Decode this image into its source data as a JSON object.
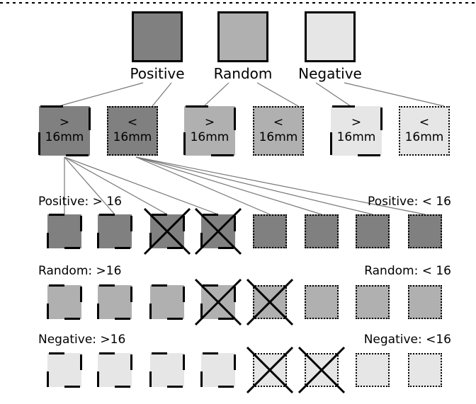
{
  "colors": {
    "positive": "#808080",
    "random": "#b0b0b0",
    "negative": "#e6e6e6",
    "line": "#777777",
    "stroke": "#000000"
  },
  "categories": [
    {
      "key": "positive",
      "label": "Positive"
    },
    {
      "key": "random",
      "label": "Random"
    },
    {
      "key": "negative",
      "label": "Negative"
    }
  ],
  "subgroups": [
    {
      "category": "positive",
      "symbol": ">",
      "size": "16mm",
      "style": "bars"
    },
    {
      "category": "positive",
      "symbol": "<",
      "size": "16mm",
      "style": "dotted"
    },
    {
      "category": "random",
      "symbol": ">",
      "size": "16mm",
      "style": "bars"
    },
    {
      "category": "random",
      "symbol": "<",
      "size": "16mm",
      "style": "dotted"
    },
    {
      "category": "negative",
      "symbol": ">",
      "size": "16mm",
      "style": "bars"
    },
    {
      "category": "negative",
      "symbol": "<",
      "size": "16mm",
      "style": "dotted"
    }
  ],
  "rows": [
    {
      "category": "positive",
      "left_label": "Positive: > 16",
      "right_label": "Positive: < 16",
      "items": [
        {
          "style": "bars",
          "crossed": false
        },
        {
          "style": "bars",
          "crossed": false
        },
        {
          "style": "bars",
          "crossed": true
        },
        {
          "style": "bars",
          "crossed": true
        },
        {
          "style": "dotted",
          "crossed": false
        },
        {
          "style": "dotted",
          "crossed": false
        },
        {
          "style": "dotted",
          "crossed": false
        },
        {
          "style": "dotted",
          "crossed": false
        }
      ]
    },
    {
      "category": "random",
      "left_label": "Random: >16",
      "right_label": "Random: < 16",
      "items": [
        {
          "style": "bars",
          "crossed": false
        },
        {
          "style": "bars",
          "crossed": false
        },
        {
          "style": "bars",
          "crossed": false
        },
        {
          "style": "bars",
          "crossed": true
        },
        {
          "style": "dotted",
          "crossed": true
        },
        {
          "style": "dotted",
          "crossed": false
        },
        {
          "style": "dotted",
          "crossed": false
        },
        {
          "style": "dotted",
          "crossed": false
        }
      ]
    },
    {
      "category": "negative",
      "left_label": "Negative: >16",
      "right_label": "Negative: <16",
      "items": [
        {
          "style": "bars",
          "crossed": false
        },
        {
          "style": "bars",
          "crossed": false
        },
        {
          "style": "bars",
          "crossed": false
        },
        {
          "style": "bars",
          "crossed": false
        },
        {
          "style": "dotted",
          "crossed": true
        },
        {
          "style": "dotted",
          "crossed": true
        },
        {
          "style": "dotted",
          "crossed": false
        },
        {
          "style": "dotted",
          "crossed": false
        }
      ]
    }
  ]
}
